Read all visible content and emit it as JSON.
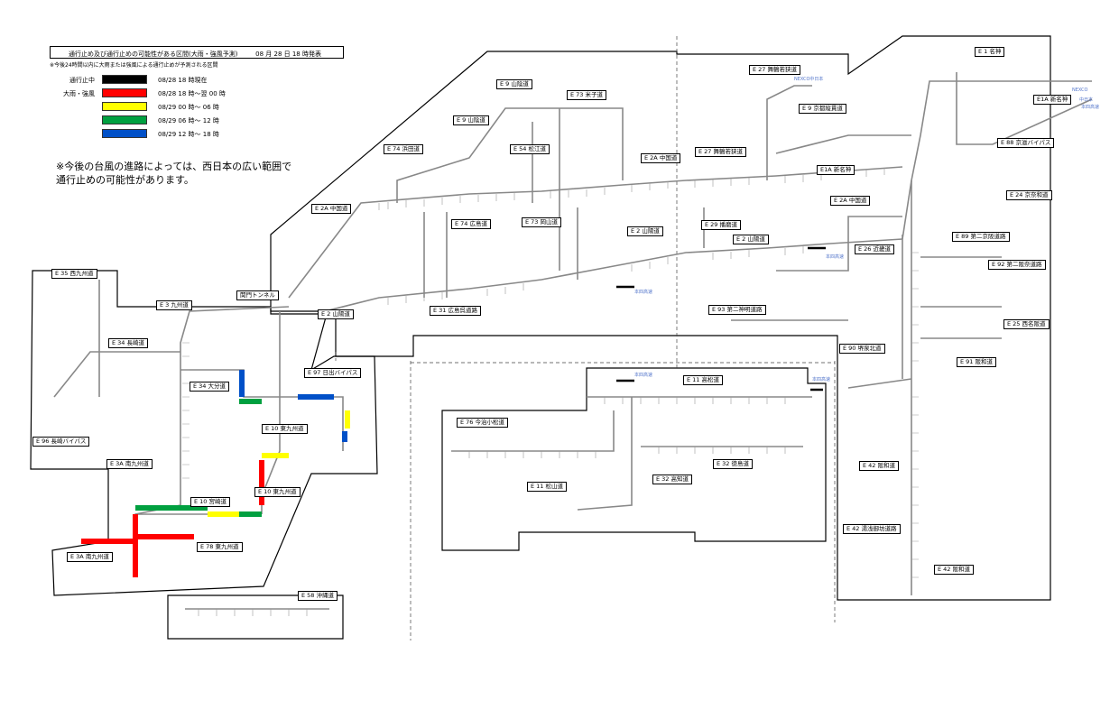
{
  "legend": {
    "title": "通行止め及び通行止めの可能性がある区間(大雨・強風予測)",
    "date": "08 月 28 日 18 時発表",
    "note": "※今後24時間以内に大雨または強風による通行止めが予測される区間",
    "items": [
      {
        "label": "通行止中",
        "text": "08/28 18 時現在",
        "color": "#000000"
      },
      {
        "label": "大雨・強風",
        "text": "08/28 18 時～翌 00 時",
        "color": "#ff0000"
      },
      {
        "label": "",
        "text": "08/29 00 時～ 06 時",
        "color": "#ffff00"
      },
      {
        "label": "",
        "text": "08/29 06 時～ 12 時",
        "color": "#00a040"
      },
      {
        "label": "",
        "text": "08/29 12 時～ 18 時",
        "color": "#0050c8"
      }
    ]
  },
  "warning": "※今後の台風の進路によっては、西日本の広い範囲で\n通行止めの可能性があります。",
  "routes": {
    "e1": "E 1  名神",
    "e1a": "E1A  新名神",
    "e27a": "E 27  舞鶴若狭道",
    "e9a": "E 9  山陰道",
    "e73a": "E 73  米子道",
    "e9b": "E 9  山陰道",
    "e54": "E 54  松江道",
    "e9c": "E 9  京都縦貫道",
    "e74a": "E 74  浜田道",
    "e2a1": "E 2A  中国道",
    "e27b": "E 27  舞鶴若狭道",
    "e88": "E 88  京滋バイパス",
    "e1a2": "E1A 新名神",
    "e24": "E 24  京奈和道",
    "e2a2": "E 2A  中国道",
    "e2a3": "E 2A  中国道",
    "e74b": "E 74  広島道",
    "e73b": "E 73  岡山道",
    "e29": "E 29  播磨道",
    "e2": "E 2  山陽道",
    "e26": "E 26  近畿道",
    "e89": "E 89  第二京阪道路",
    "e92": "E 92  第二阪奈道路",
    "e35": "E 35  西九州道",
    "e3a": "E 3  九州道",
    "kanmon": "関門トンネル",
    "e2b": "E 2  山陽道",
    "e31": "E 31  広島呉道路",
    "e93": "E 93  第二神明道路",
    "e25": "E 25  西名阪道",
    "e34a": "E 34  長崎道",
    "e90": "E 90  堺泉北道",
    "e91": "E 91  阪和道",
    "e97": "E 97  日出バイパス",
    "e11": "E 11  高松道",
    "e34b": "E 34  大分道",
    "e76": "E 76  今治小松道",
    "e10a": "E 10  東九州道",
    "e32a": "E 32  徳島道",
    "e96": "E 96  長崎バイパス",
    "e3a1": "E 3A  南九州道",
    "e10b": "E 10  東九州道",
    "e32b": "E 32  高知道",
    "e11b": "E 11  松山道",
    "e10c": "E 10  宮崎道",
    "e42a": "E 42  阪和道",
    "e78": "E 78  東九州道",
    "e42b": "E 42  湯浅御坊道路",
    "e3a2": "E 3A  南九州道",
    "e42c": "E 42  阪和道",
    "e58": "E 58  沖縄道"
  },
  "other_labels": {
    "nexco_c1": "NEXCO中日本",
    "nexco_c2": "NEXCO",
    "nexco_c3": "中日本",
    "honshi1": "本四高速",
    "honshi2": "本四高速",
    "honshi3": "本四高速",
    "honshi4": "本四高速",
    "honshi5": "本四高速"
  }
}
